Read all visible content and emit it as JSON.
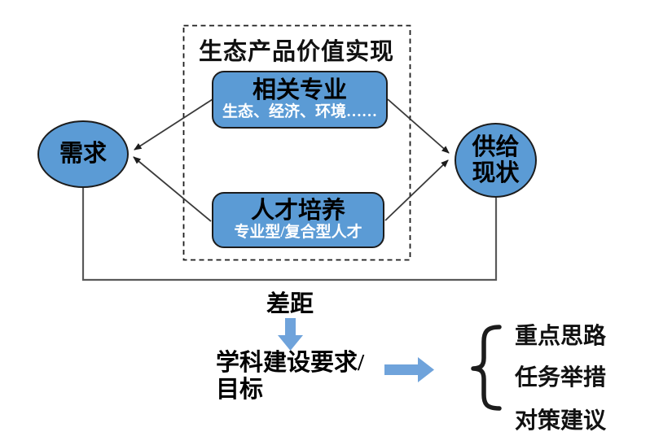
{
  "figure": {
    "framework_box": {
      "title": "生态产品价值实现",
      "related_majors": {
        "title": "相关专业",
        "subtitle": "生态、经济、环境……"
      },
      "talent_training": {
        "title": "人才培养",
        "subtitle": "专业型/复合型人才"
      }
    },
    "demand_ellipse": {
      "label": "需求"
    },
    "supply_ellipse": {
      "line1": "供给",
      "line2": "现状"
    },
    "gap": {
      "label": "差距"
    },
    "discipline_requirement": {
      "line1": "学科建设要求/",
      "line2": "目标"
    },
    "outcomes": [
      {
        "label": "重点思路"
      },
      {
        "label": "任务举措"
      },
      {
        "label": "对策建议"
      }
    ],
    "colors": {
      "shape_fill": "#5b9bd5",
      "shape_border": "#1c1c1c",
      "block_arrow_blue": "#6fa3db",
      "connector_line": "#3a3a3a",
      "gap_line": "#595959",
      "text": "#000000"
    }
  }
}
